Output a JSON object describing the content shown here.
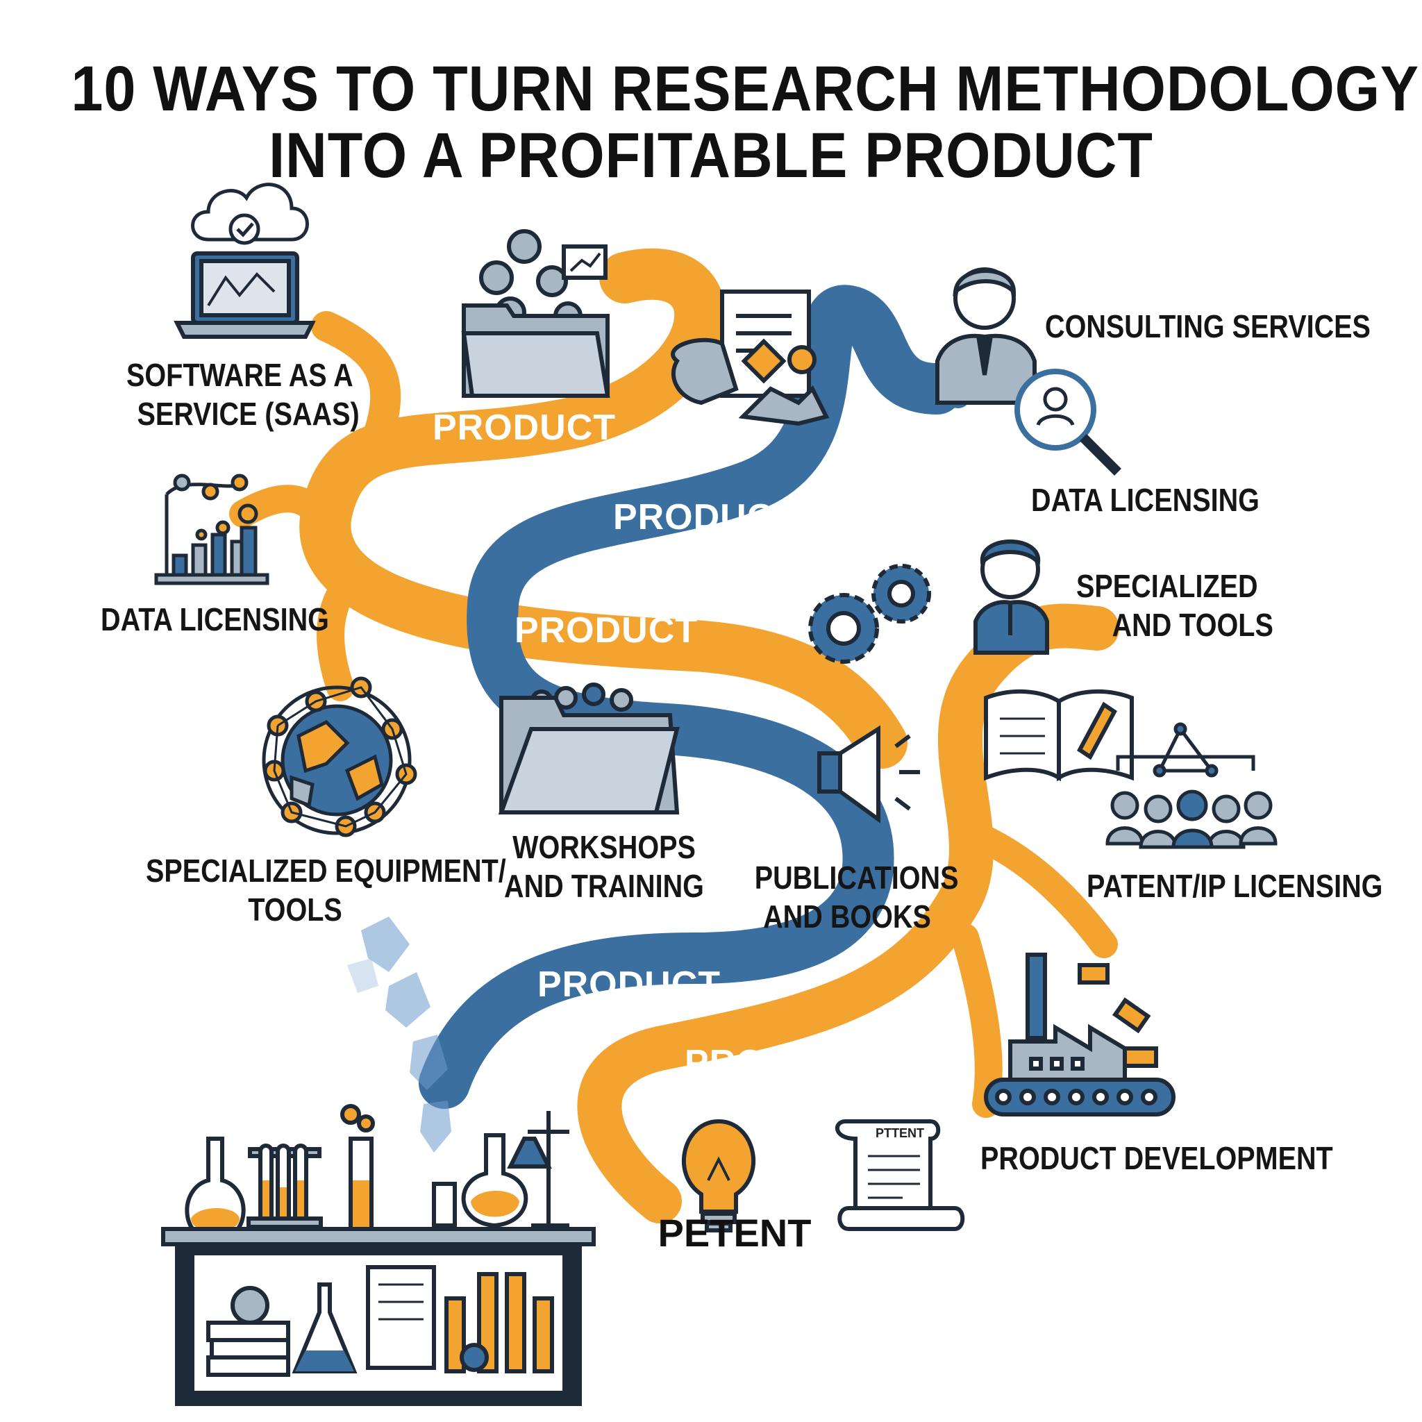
{
  "title": {
    "line1": "10 WAYS TO TURN RESEARCH METHODOLOGY",
    "line2": "INTO A PROFITABLE PRODUCT"
  },
  "colors": {
    "orange": "#F2A330",
    "blue": "#3B6FA0",
    "dark": "#1E2A38",
    "grey": "#A9B6C4"
  },
  "ribbons": {
    "product_1": "PRODUCT",
    "product_2": "PRODUCT",
    "product_3": "PRODUCT",
    "product_4": "PRODUCT",
    "product_5": "PRODUCT"
  },
  "labels": {
    "saas_1": "SOFTWARE AS A",
    "saas_2": "SERVICE (SAAS)",
    "data_licensing_left": "DATA LICENSING",
    "equipment_1": "SPECIALIZED EQUIPMENT/",
    "equipment_2": "TOOLS",
    "workshops_1": "WORKSHOPS",
    "workshops_2": "AND TRAINING",
    "publications_1": "PUBLICATIONS",
    "publications_2": "AND BOOKS",
    "consulting": "CONSULTING SERVICES",
    "data_licensing_right": "DATA LICENSING",
    "specialized_1": "SPECIALIZED",
    "specialized_2": "AND TOOLS",
    "patent_ip": "PATENT/IP LICENSING",
    "product_development": "PRODUCT DEVELOPMENT",
    "petent": "PETENT",
    "scroll_text": "PTTENT"
  },
  "icons": [
    "cloud-check-icon",
    "laptop-chart-icon",
    "bar-chart-icon",
    "globe-network-icon",
    "folder-icon",
    "document-icon",
    "consultant-icon",
    "magnifier-user-icon",
    "gears-icon",
    "person-icon",
    "open-book-icon",
    "audience-network-icon",
    "megaphone-icon",
    "factory-icon",
    "lightbulb-icon",
    "scroll-icon",
    "lab-bench-icon"
  ]
}
